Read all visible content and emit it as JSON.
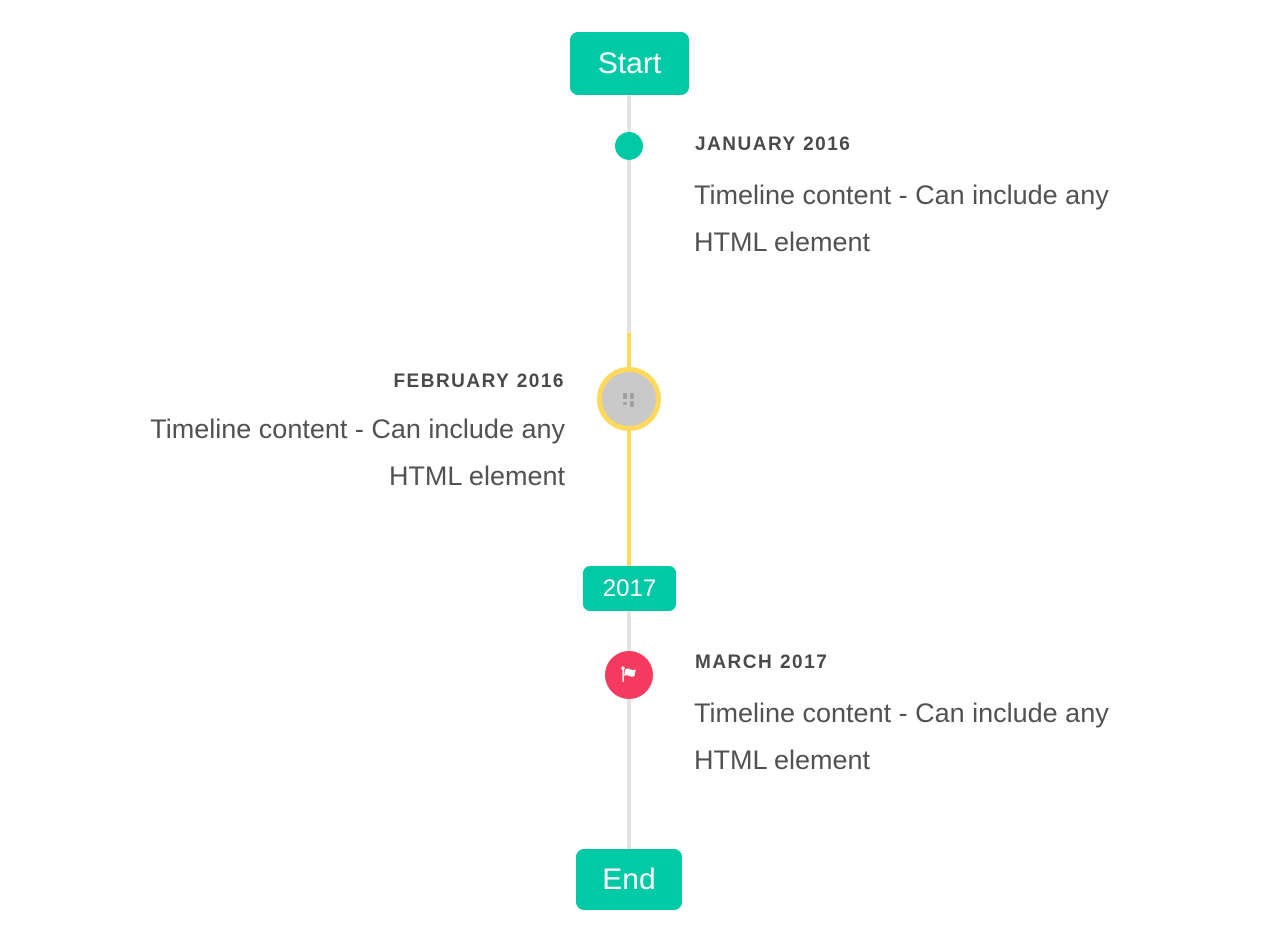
{
  "colors": {
    "accent_teal": "#00C9A5",
    "highlight_yellow": "#FFD95C",
    "line_gray": "#E2E2E2",
    "marker_gray": "#C9C9C9",
    "flag_red": "#F43A5E",
    "title_text": "#4A4A4A",
    "body_text": "#525252"
  },
  "timeline": {
    "start_label": "Start",
    "end_label": "End",
    "year_badge_label": "2017",
    "items": [
      {
        "title": "JANUARY 2016",
        "content_line1": "Timeline content - Can include any",
        "content_line2": "HTML element",
        "side": "right",
        "marker": "teal-dot"
      },
      {
        "title": "FEBRUARY 2016",
        "content_line1": "Timeline content - Can include any",
        "content_line2": "HTML element",
        "side": "left",
        "marker": "gray-circle-yellow-ring"
      },
      {
        "title": "MARCH 2017",
        "content_line1": "Timeline content - Can include any",
        "content_line2": "HTML element",
        "side": "right",
        "marker": "red-flag-circle"
      }
    ],
    "icons": {
      "flag": "flag-icon",
      "broken_image": "broken-image-icon"
    }
  }
}
